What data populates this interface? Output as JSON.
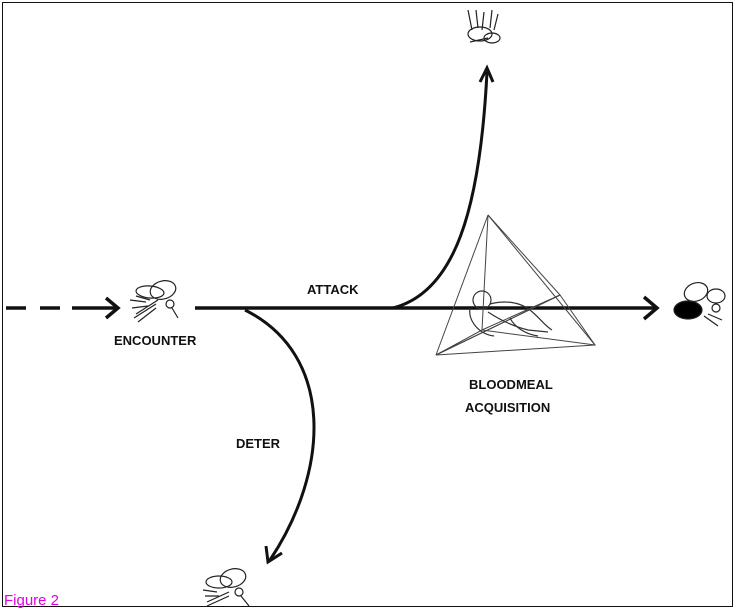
{
  "labels": {
    "encounter": "ENCOUNTER",
    "attack": "ATTACK",
    "deter": "DETER",
    "bloodmeal_line1": "BLOODMEAL",
    "bloodmeal_line2": "ACQUISITION"
  },
  "caption": "Figure 2",
  "colors": {
    "line": "#111111",
    "caption": "#e000e0",
    "engorged_abdomen": "#000000"
  },
  "icons": [
    "mosquito-icon",
    "bednet-pyramid-icon",
    "sleeping-person-icon",
    "engorged-mosquito-icon"
  ]
}
